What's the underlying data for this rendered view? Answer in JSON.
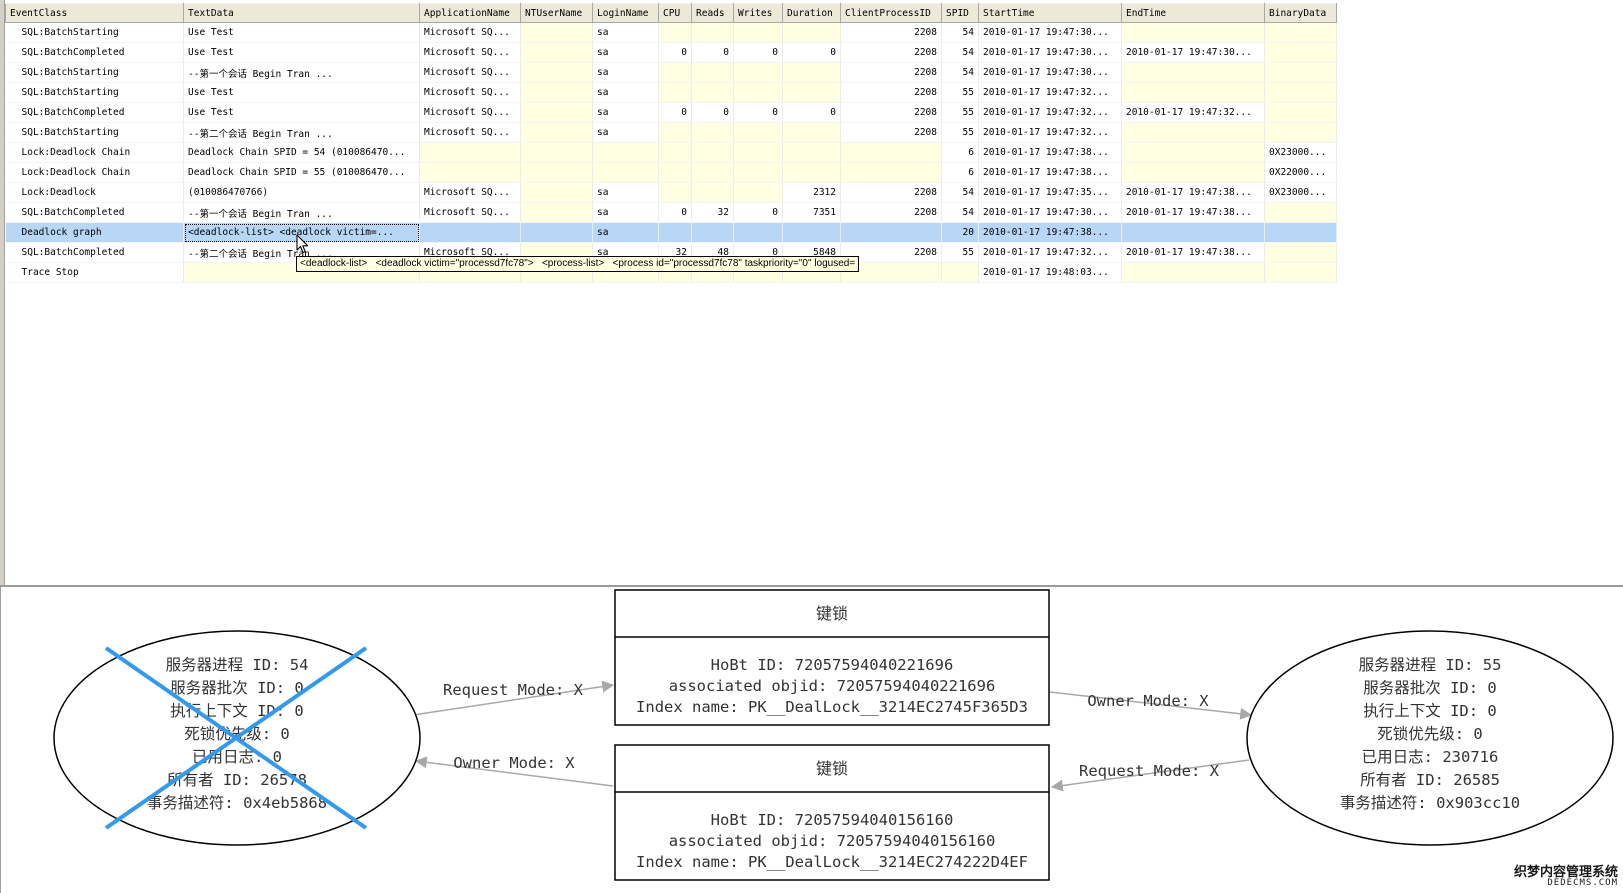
{
  "trace_grid": {
    "columns": [
      "EventClass",
      "TextData",
      "ApplicationName",
      "NTUserName",
      "LoginName",
      "CPU",
      "Reads",
      "Writes",
      "Duration",
      "ClientProcessID",
      "SPID",
      "StartTime",
      "EndTime",
      "BinaryData"
    ],
    "rows": [
      {
        "event": "SQL:BatchStarting",
        "text": "Use Test",
        "app": "Microsoft SQ...",
        "nt": "",
        "login": "sa",
        "cpu": "",
        "reads": "",
        "writes": "",
        "duration": "",
        "client": "2208",
        "spid": "54",
        "start": "2010-01-17 19:47:30...",
        "end": "",
        "binary": ""
      },
      {
        "event": "SQL:BatchCompleted",
        "text": "Use Test",
        "app": "Microsoft SQ...",
        "nt": "",
        "login": "sa",
        "cpu": "0",
        "reads": "0",
        "writes": "0",
        "duration": "0",
        "client": "2208",
        "spid": "54",
        "start": "2010-01-17 19:47:30...",
        "end": "2010-01-17 19:47:30...",
        "binary": ""
      },
      {
        "event": "SQL:BatchStarting",
        "text": "  --第一个会话       Begin Tran     ...",
        "app": "Microsoft SQ...",
        "nt": "",
        "login": "sa",
        "cpu": "",
        "reads": "",
        "writes": "",
        "duration": "",
        "client": "2208",
        "spid": "54",
        "start": "2010-01-17 19:47:30...",
        "end": "",
        "binary": ""
      },
      {
        "event": "SQL:BatchStarting",
        "text": "Use Test",
        "app": "Microsoft SQ...",
        "nt": "",
        "login": "sa",
        "cpu": "",
        "reads": "",
        "writes": "",
        "duration": "",
        "client": "2208",
        "spid": "55",
        "start": "2010-01-17 19:47:32...",
        "end": "",
        "binary": ""
      },
      {
        "event": "SQL:BatchCompleted",
        "text": "Use Test",
        "app": "Microsoft SQ...",
        "nt": "",
        "login": "sa",
        "cpu": "0",
        "reads": "0",
        "writes": "0",
        "duration": "0",
        "client": "2208",
        "spid": "55",
        "start": "2010-01-17 19:47:32...",
        "end": "2010-01-17 19:47:32...",
        "binary": ""
      },
      {
        "event": "SQL:BatchStarting",
        "text": "--第二个会话       Begin Tran     ...",
        "app": "Microsoft SQ...",
        "nt": "",
        "login": "sa",
        "cpu": "",
        "reads": "",
        "writes": "",
        "duration": "",
        "client": "2208",
        "spid": "55",
        "start": "2010-01-17 19:47:32...",
        "end": "",
        "binary": ""
      },
      {
        "event": "Lock:Deadlock Chain",
        "text": "Deadlock Chain SPID = 54 (010086470...",
        "app": "",
        "nt": "",
        "login": "",
        "cpu": "",
        "reads": "",
        "writes": "",
        "duration": "",
        "client": "",
        "spid": "6",
        "start": "2010-01-17 19:47:38...",
        "end": "",
        "binary": "0X23000..."
      },
      {
        "event": "Lock:Deadlock Chain",
        "text": "Deadlock Chain SPID = 55 (010086470...",
        "app": "",
        "nt": "",
        "login": "",
        "cpu": "",
        "reads": "",
        "writes": "",
        "duration": "",
        "client": "",
        "spid": "6",
        "start": "2010-01-17 19:47:38...",
        "end": "",
        "binary": "0X22000..."
      },
      {
        "event": "Lock:Deadlock",
        "text": "(010086470766)",
        "app": "Microsoft SQ...",
        "nt": "",
        "login": "sa",
        "cpu": "",
        "reads": "",
        "writes": "",
        "duration": "2312",
        "client": "2208",
        "spid": "54",
        "start": "2010-01-17 19:47:35...",
        "end": "2010-01-17 19:47:38...",
        "binary": "0X23000..."
      },
      {
        "event": "SQL:BatchCompleted",
        "text": "  --第一个会话       Begin Tran     ...",
        "app": "Microsoft SQ...",
        "nt": "",
        "login": "sa",
        "cpu": "0",
        "reads": "32",
        "writes": "0",
        "duration": "7351",
        "client": "2208",
        "spid": "54",
        "start": "2010-01-17 19:47:30...",
        "end": "2010-01-17 19:47:38...",
        "binary": ""
      },
      {
        "event": "Deadlock graph",
        "text": "<deadlock-list>  <deadlock victim=...",
        "app": "",
        "nt": "",
        "login": "sa",
        "cpu": "",
        "reads": "",
        "writes": "",
        "duration": "",
        "client": "",
        "spid": "20",
        "start": "2010-01-17 19:47:38...",
        "end": "",
        "binary": ""
      },
      {
        "event": "SQL:BatchCompleted",
        "text": "--第二个会话       Begin Tran     ...",
        "app": "Microsoft SQ...",
        "nt": "",
        "login": "sa",
        "cpu": "32",
        "reads": "48",
        "writes": "0",
        "duration": "5848",
        "client": "2208",
        "spid": "55",
        "start": "2010-01-17 19:47:32...",
        "end": "2010-01-17 19:47:38...",
        "binary": ""
      },
      {
        "event": "Trace Stop",
        "text": "",
        "app": "",
        "nt": "",
        "login": "",
        "cpu": "",
        "reads": "",
        "writes": "",
        "duration": "",
        "client": "",
        "spid": "",
        "start": "2010-01-17 19:48:03...",
        "end": "",
        "binary": ""
      }
    ],
    "selected_row": 10
  },
  "tooltip": {
    "text": "<deadlock-list>   <deadlock victim=\"processd7fc78\">   <process-list>   <process id=\"processd7fc78\" taskpriority=\"0\" logused="
  },
  "deadlock_graph": {
    "victim_process": {
      "lines": [
        "服务器进程 ID: 54",
        "服务器批次 ID: 0",
        "执行上下文 ID: 0",
        "死锁优先级: 0",
        "已用日志: 0",
        "所有者 ID: 26578",
        "事务描述符: 0x4eb5868"
      ],
      "victim_mark_color": "#3399ee"
    },
    "process_2": {
      "lines": [
        "服务器进程 ID: 55",
        "服务器批次 ID: 0",
        "执行上下文 ID: 0",
        "死锁优先级: 0",
        "已用日志: 230716",
        "所有者 ID: 26585",
        "事务描述符: 0x903cc10"
      ]
    },
    "key_lock_1": {
      "title": "键锁",
      "lines": [
        "HoBt ID: 72057594040221696",
        "associated objid: 72057594040221696",
        "Index name: PK__DealLock__3214EC2745F365D3"
      ]
    },
    "key_lock_2": {
      "title": "键锁",
      "lines": [
        "HoBt ID: 72057594040156160",
        "associated objid: 72057594040156160",
        "Index name: PK__DealLock__3214EC274222D4EF"
      ]
    },
    "edges": {
      "p54_request_lock1": "Request Mode: X",
      "lock1_owner_p55": "Owner Mode: X",
      "lock2_owner_p54": "Owner Mode: X",
      "p55_request_lock2": "Request Mode: X"
    },
    "edge_color": "#a8a8a8"
  },
  "watermark": {
    "line1": "织梦内容管理系统",
    "line2": "DEDECMS.COM"
  }
}
